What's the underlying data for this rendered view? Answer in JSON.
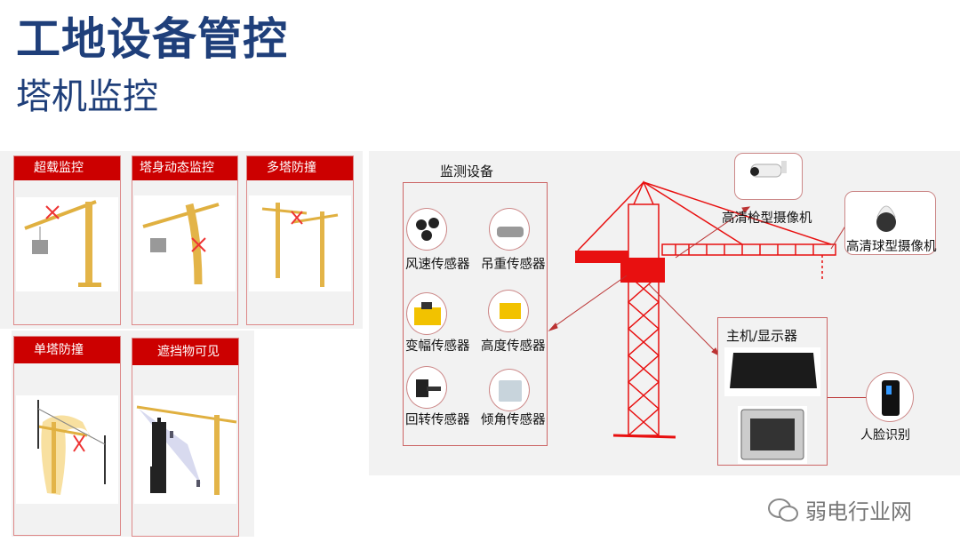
{
  "header": {
    "title": "工地设备管控",
    "subtitle": "塔机监控"
  },
  "cards": [
    {
      "label": "超载监控"
    },
    {
      "label": "塔身动态监控"
    },
    {
      "label": "多塔防撞"
    },
    {
      "label": "单塔防撞"
    },
    {
      "label": "遮挡物可见"
    }
  ],
  "diagram": {
    "sensor_group_title": "监测设备",
    "sensors": [
      "风速传感器",
      "吊重传感器",
      "变幅传感器",
      "高度传感器",
      "回转传感器",
      "倾角传感器"
    ],
    "gun_camera": "高清枪型摄像机",
    "dome_camera": "高清球型摄像机",
    "host_title": "主机/显示器",
    "face_recognition": "人脸识别"
  },
  "watermark": "弱电行业网",
  "colors": {
    "title": "#1f3f7a",
    "accent": "#cc0000",
    "panel": "#f2f2f2"
  }
}
